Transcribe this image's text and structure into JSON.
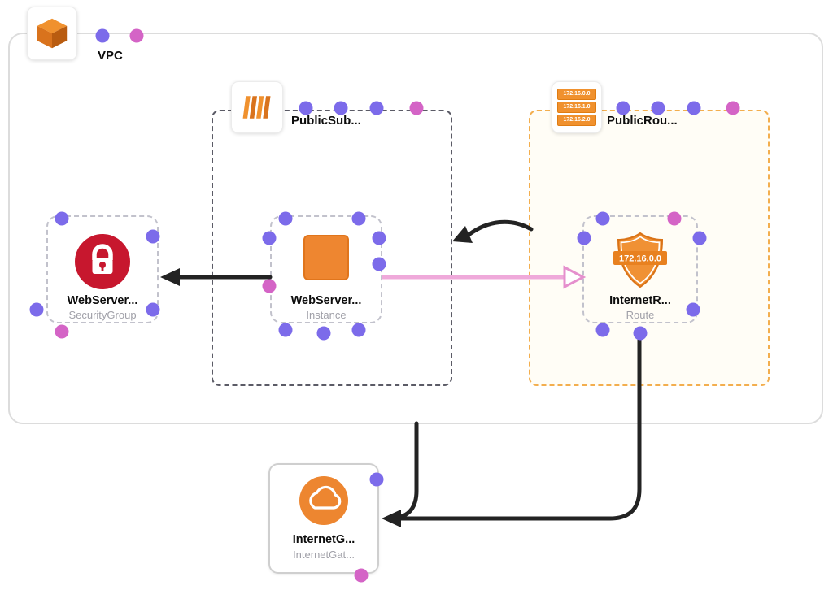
{
  "diagram": {
    "vpc": {
      "label": "VPC"
    },
    "public_subnet": {
      "label": "PublicSub..."
    },
    "public_route_table": {
      "label": "PublicRou...",
      "icon_rows": [
        "172.16.0.0",
        "172.16.1.0",
        "172.16.2.0"
      ]
    },
    "nodes": {
      "security_group": {
        "title": "WebServer...",
        "subtitle": "SecurityGroup"
      },
      "instance": {
        "title": "WebServer...",
        "subtitle": "Instance"
      },
      "route": {
        "title": "InternetR...",
        "subtitle": "Route",
        "badge": "172.16.0.0"
      },
      "internet_gateway": {
        "title": "InternetG...",
        "subtitle": "InternetGat..."
      }
    },
    "edges": [
      {
        "from": "instance",
        "to": "security_group",
        "color": "black"
      },
      {
        "from": "instance",
        "to": "route",
        "color": "pink"
      },
      {
        "from": "route_table",
        "to": "subnet",
        "color": "black"
      },
      {
        "from": "subnet",
        "to": "internet_gateway",
        "color": "black"
      },
      {
        "from": "route",
        "to": "internet_gateway",
        "color": "black"
      }
    ],
    "colors": {
      "anchor_purple": "#7c6bea",
      "anchor_magenta": "#d464c6",
      "aws_orange": "#ee8630",
      "route_table_border": "#f3ae4e",
      "security_red": "#c7172e",
      "edge_black": "#232323",
      "edge_pink": "#efa9da"
    }
  }
}
